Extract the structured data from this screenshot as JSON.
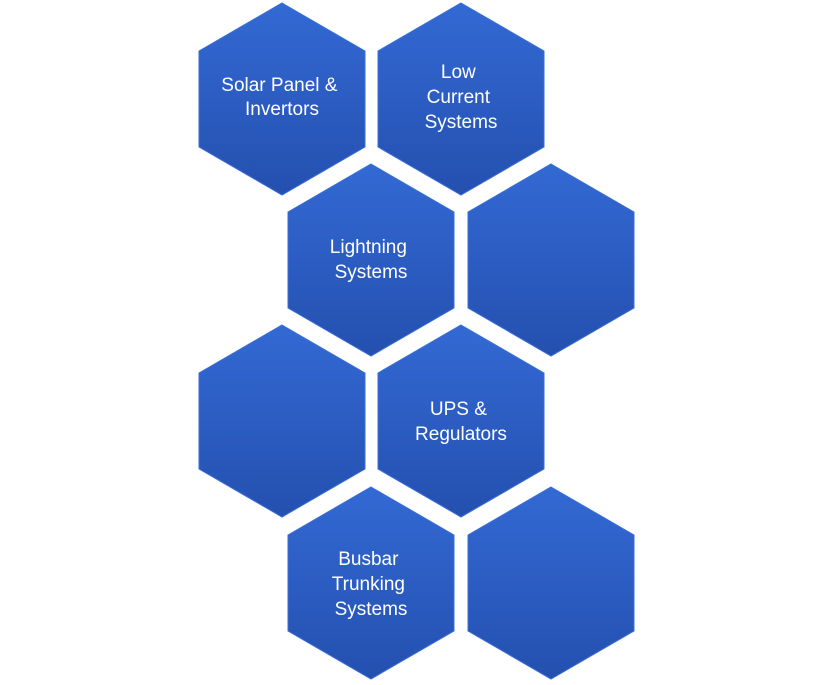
{
  "hexagons": [
    {
      "lines": [
        "Solar Panel &",
        "Invertors"
      ]
    },
    {
      "lines": [
        "Low",
        "Current",
        "Systems"
      ]
    },
    {
      "lines": [
        "Lightning",
        "Systems"
      ]
    },
    {
      "lines": []
    },
    {
      "lines": []
    },
    {
      "lines": [
        "UPS &",
        "Regulators"
      ]
    },
    {
      "lines": [
        "Busbar",
        "Trunking",
        "Systems"
      ]
    },
    {
      "lines": []
    }
  ],
  "colors": {
    "fill_top": "#3369D4",
    "fill_bottom": "#2450AF",
    "stroke": "#3A6FD8",
    "text": "#FFFFFF"
  }
}
